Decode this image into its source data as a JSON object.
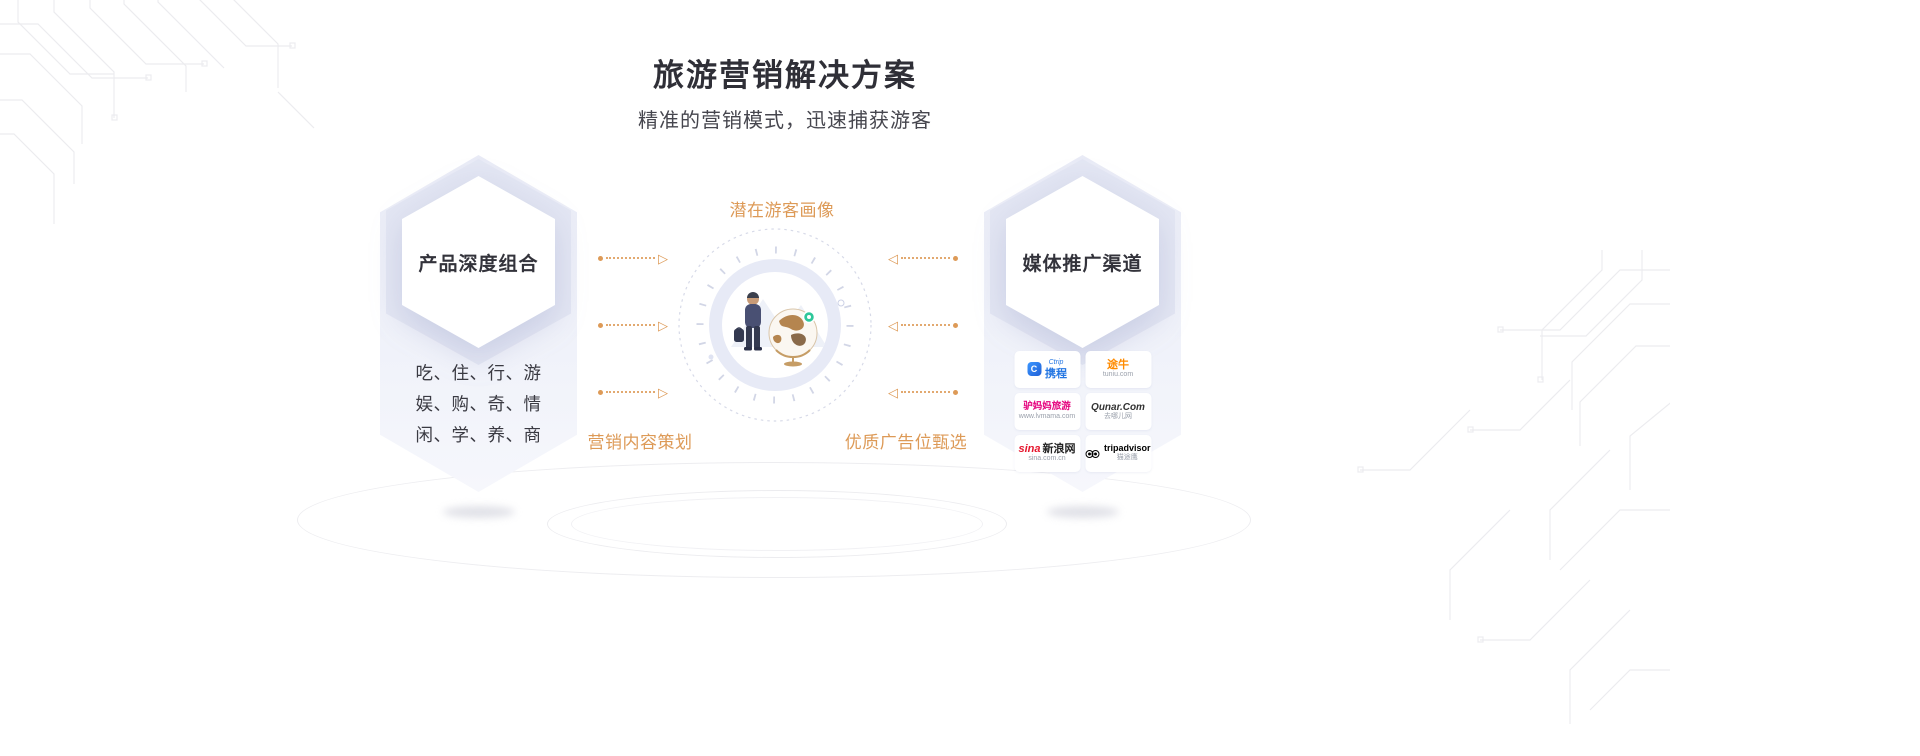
{
  "header": {
    "title": "旅游营销解决方案",
    "subtitle": "精准的营销模式，迅速捕获游客"
  },
  "left_card": {
    "title": "产品深度组合",
    "lines": [
      "吃、住、行、游",
      "娱、购、奇、情",
      "闲、学、养、商"
    ]
  },
  "center": {
    "top_label": "潜在游客画像",
    "bottom_left_label": "营销内容策划",
    "bottom_right_label": "优质广告位甄选"
  },
  "right_card": {
    "title": "媒体推广渠道",
    "logos": [
      {
        "id": "ctrip",
        "icon_letter": "C",
        "main": "携程",
        "sub": "Ctrip",
        "color": "#2577e3"
      },
      {
        "id": "tuniu",
        "main": "途牛",
        "sub": "tuniu.com",
        "color": "#ff8b00"
      },
      {
        "id": "lvmama",
        "main": "驴妈妈旅游",
        "sub": "www.lvmama.com",
        "color": "#e5007d"
      },
      {
        "id": "qunar",
        "main": "Qunar.Com",
        "sub": "去哪儿网",
        "color": "#333333"
      },
      {
        "id": "sina",
        "main": "sina",
        "main2": "新浪网",
        "sub": "sina.com.cn",
        "color": "#e6162d"
      },
      {
        "id": "tripadvisor",
        "main": "tripadvisor",
        "sub": "猫途鹰",
        "color": "#000000"
      }
    ]
  },
  "icons": {
    "arrow_right": "▷",
    "arrow_left": "◁"
  },
  "colors": {
    "accent": "#dd9a57",
    "card_bg": "#edeff8",
    "title_text": "#2f2f37"
  }
}
